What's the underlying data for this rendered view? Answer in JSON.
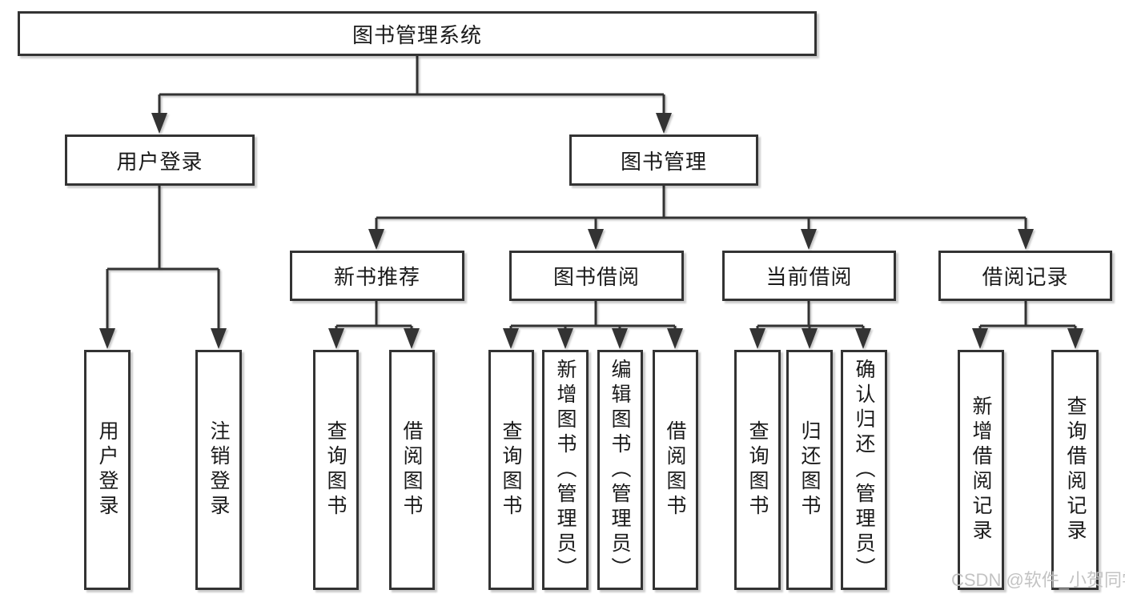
{
  "diagram": {
    "title": "图书管理系统",
    "branches": {
      "user_login": {
        "label": "用户登录",
        "children": [
          "用户登录",
          "注销登录"
        ]
      },
      "book_management": {
        "label": "图书管理",
        "sections": {
          "new_book_recommend": {
            "label": "新书推荐",
            "children": [
              "查询图书",
              "借阅图书"
            ]
          },
          "book_borrowing": {
            "label": "图书借阅",
            "children": [
              "查询图书",
              "新增图书（管理员）",
              "编辑图书（管理员）",
              "借阅图书"
            ]
          },
          "current_borrowing": {
            "label": "当前借阅",
            "children": [
              "查询图书",
              "归还图书",
              "确认归还（管理员）"
            ]
          },
          "borrowing_records": {
            "label": "借阅记录",
            "children": [
              "新增借阅记录",
              "查询借阅记录"
            ]
          }
        }
      }
    }
  },
  "watermark": {
    "text": "CSDN @软件_小贺同学"
  },
  "colors": {
    "line": "#333333",
    "text": "#1a1a1a",
    "box_background": "#ffffff",
    "watermark": "#c1c1c1"
  }
}
